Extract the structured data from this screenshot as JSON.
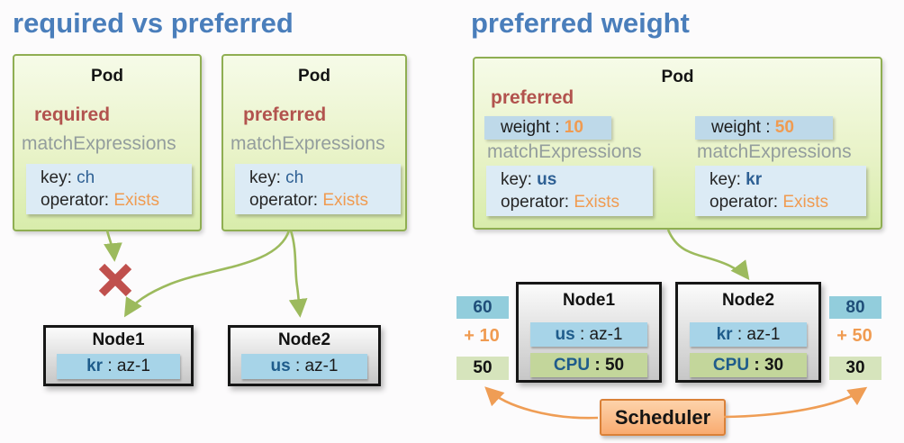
{
  "left_panel": {
    "title": "required vs preferred",
    "pods": [
      {
        "title": "Pod",
        "mode": "required",
        "match_label": "matchExpressions",
        "key_label": "key: ",
        "key_value": "ch",
        "operator_label": "operator: ",
        "operator_value": "Exists"
      },
      {
        "title": "Pod",
        "mode": "preferred",
        "match_label": "matchExpressions",
        "key_label": "key: ",
        "key_value": "ch",
        "operator_label": "operator: ",
        "operator_value": "Exists"
      }
    ],
    "nodes": [
      {
        "title": "Node1",
        "tag_key": "kr",
        "tag_sep": " : ",
        "tag_value": "az-1"
      },
      {
        "title": "Node2",
        "tag_key": "us",
        "tag_sep": " : ",
        "tag_value": "az-1"
      }
    ]
  },
  "right_panel": {
    "title": "preferred weight",
    "pod": {
      "title": "Pod",
      "mode": "preferred",
      "rules": [
        {
          "weight_label": "weight : ",
          "weight_value": "10",
          "match_label": "matchExpressions",
          "key_label": "key: ",
          "key_value": "us",
          "operator_label": "operator: ",
          "operator_value": "Exists"
        },
        {
          "weight_label": "weight : ",
          "weight_value": "50",
          "match_label": "matchExpressions",
          "key_label": "key: ",
          "key_value": "kr",
          "operator_label": "operator: ",
          "operator_value": "Exists"
        }
      ]
    },
    "nodes": [
      {
        "title": "Node1",
        "tag_key": "us",
        "tag_sep": " : ",
        "tag_value": "az-1",
        "cpu_label": "CPU",
        "cpu_sep": " : ",
        "cpu_value": "50"
      },
      {
        "title": "Node2",
        "tag_key": "kr",
        "tag_sep": " : ",
        "tag_value": "az-1",
        "cpu_label": "CPU",
        "cpu_sep": " : ",
        "cpu_value": "30"
      }
    ],
    "scores": {
      "node1": {
        "total": "60",
        "bonus": "+ 10",
        "base": "50"
      },
      "node2": {
        "total": "80",
        "bonus": "+ 50",
        "base": "30"
      }
    },
    "scheduler_label": "Scheduler"
  },
  "colors": {
    "title_blue": "#4a7ebb",
    "pod_border_green": "#8fae52",
    "pod_fill_green": "#e9f3c9",
    "mode_red": "#b2534e",
    "match_gray": "#939d9d",
    "value_blue": "#2e6094",
    "accent_orange": "#f09b51",
    "arrow_green": "#9cba5d",
    "x_mark_red": "#c0504d",
    "node_tag_blue": "#a7d4e8",
    "kv_box_blue": "#dcebf5",
    "weight_box_blue": "#bed9e9",
    "cpu_box_green": "#c3d69b",
    "badge_blue": "#92cddc",
    "badge_green": "#d6e4bc",
    "scheduler_fill": "#f9ab70",
    "scheduler_border": "#da8138"
  }
}
